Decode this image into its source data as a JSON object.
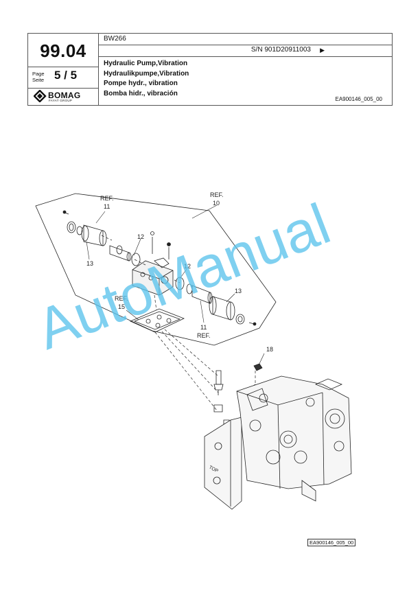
{
  "header": {
    "model": "BW266",
    "serial": "S/N 901D20911003",
    "serial_arrow": "▶",
    "group_number": "99.04",
    "page_label_1": "Page",
    "page_label_2": "Seite",
    "page": "5 / 5",
    "brand": "BOMAG",
    "brand_sub": "FAYAT GROUP",
    "titles": [
      "Hydraulic Pump,Vibration",
      "Hydraulikpumpe,Vibration",
      "Pompe hydr., vibration",
      "Bomba hidr., vibración"
    ],
    "doc_ref": "EA900146_005_00"
  },
  "labels": {
    "ref10_a": "REF.",
    "ref10_b": "10",
    "ref11_top_a": "REF.",
    "ref11_top_b": "11",
    "n13_left": "13",
    "n12_a": "12",
    "n12_b": "12",
    "n13_right": "13",
    "ref15_a": "REF.",
    "ref15_b": "15",
    "ref11_bot_a": "11",
    "ref11_bot_b": "REF.",
    "n18": "18",
    "top_mark": "TOP"
  },
  "watermark": "AutoManual",
  "footer": {
    "doc_ref": "EA900146_005_00"
  },
  "colors": {
    "watermark": "#5bc3ec",
    "line": "#222222"
  }
}
